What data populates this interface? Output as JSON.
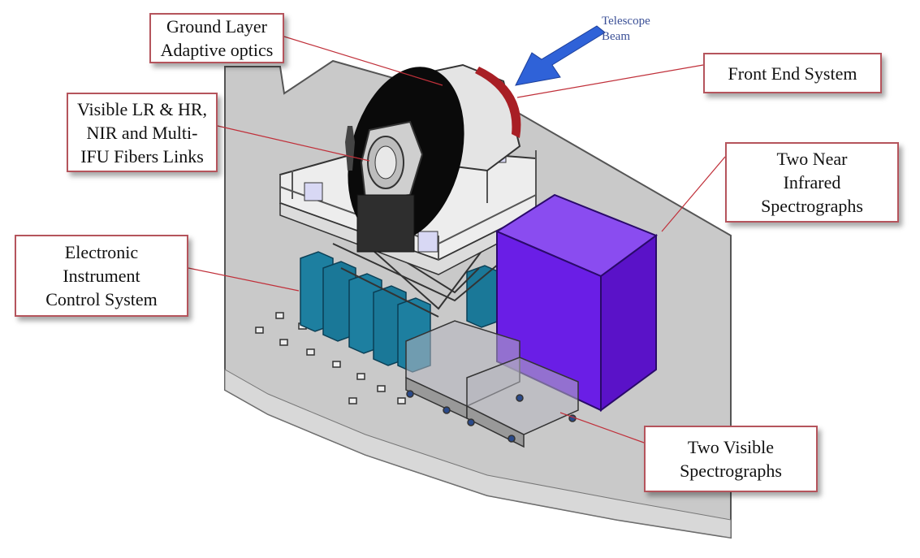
{
  "labels": {
    "ground_layer": "Ground Layer\nAdaptive optics",
    "fiber_links": "Visible LR & HR,\nNIR and Multi-\nIFU Fibers Links",
    "electronic": "Electronic\nInstrument\nControl System",
    "front_end": "Front End System",
    "nir_spectrographs": "Two Near\nInfrared\nSpectrographs",
    "visible_spectrographs": "Two Visible\nSpectrographs",
    "telescope_beam": "Telescope\nBeam"
  },
  "colors": {
    "label_border": "#b5545c",
    "leader_line": "#c0303a",
    "floor": "#c9c9c9",
    "cabinet": "#1d7fa0",
    "nir_cube": "#6a1ee6",
    "beam_arrow": "#2f62d8"
  }
}
